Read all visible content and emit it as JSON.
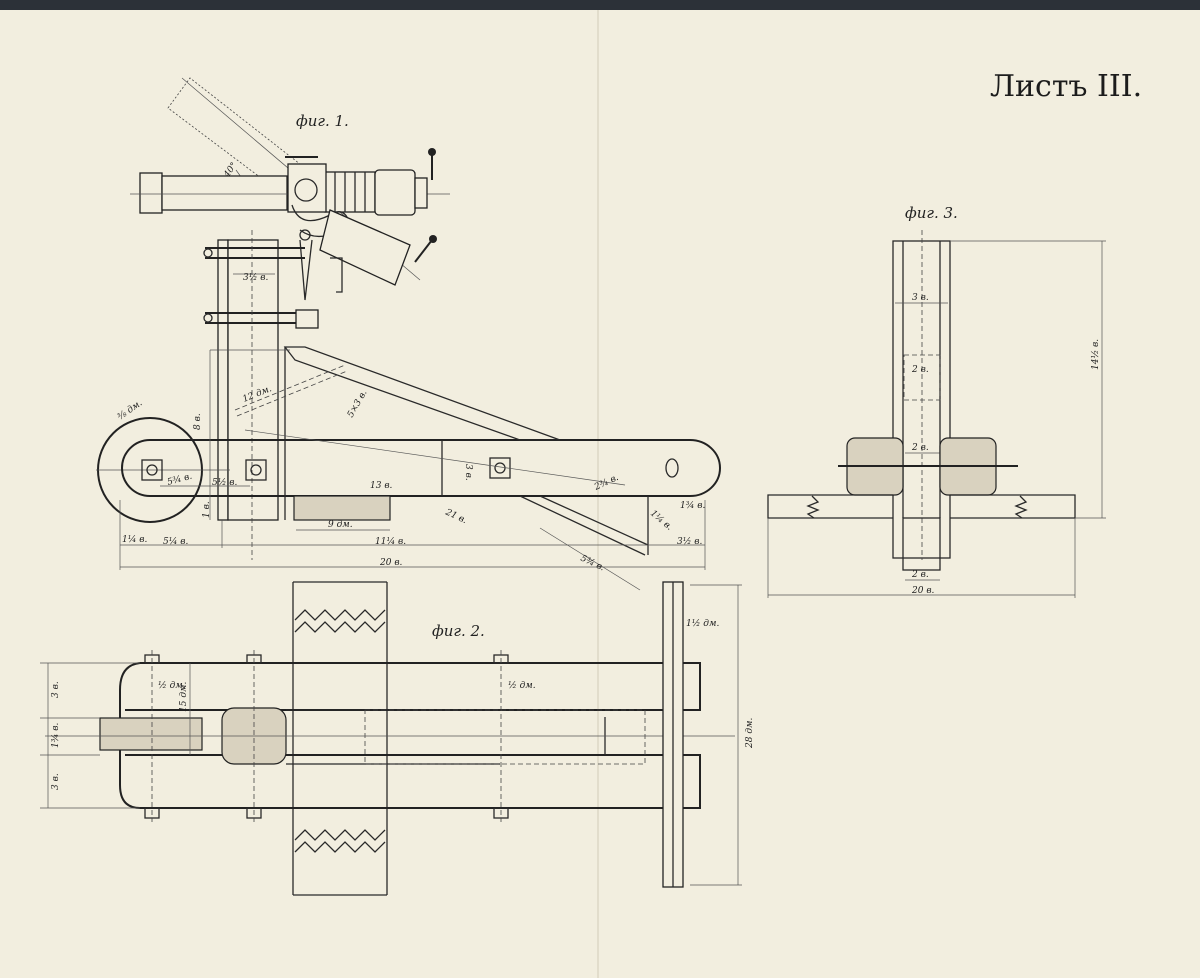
{
  "sheet_title": "Листъ III.",
  "fig1": {
    "caption": "фиг. 1.",
    "labels": {
      "angle": "40°",
      "post_width": "3½ в.",
      "rod_length": "12 дм.",
      "height": "8 в.",
      "wheel_thickness": "⅜ дм.",
      "brace_section": "5×3 в.",
      "wheel_radius": "5¾ в.",
      "half_gap": "5½ в.",
      "bolt_span": "13 в.",
      "bar_width": "3 в.",
      "brace_end": "2¾ в.",
      "foot": "1 в.",
      "block": "9 дм.",
      "diagonal": "21 в.",
      "end_right": "1¼ в.",
      "end_right2": "1¾ в.",
      "left_offset": "1¼ в.",
      "seg1": "5¼ в.",
      "seg2": "11¼ в.",
      "seg3": "3½ в.",
      "brace_low": "5¾ в.",
      "total": "20 в."
    }
  },
  "fig2": {
    "caption": "фиг. 2.",
    "labels": {
      "upright": "1½ дм.",
      "bolt_left": "½ дм.",
      "bolt_right": "½ дм.",
      "inner": "15 дм.",
      "overall": "28 дм.",
      "top_bar": "3 в.",
      "bottom_bar": "3 в.",
      "wheel": "1¾ в."
    }
  },
  "fig3": {
    "caption": "фиг. 3.",
    "labels": {
      "post": "3 в.",
      "slot": "2 в.",
      "gap": "2 в.",
      "foot": "2 в.",
      "height": "14½ в.",
      "base": "20 в."
    }
  }
}
